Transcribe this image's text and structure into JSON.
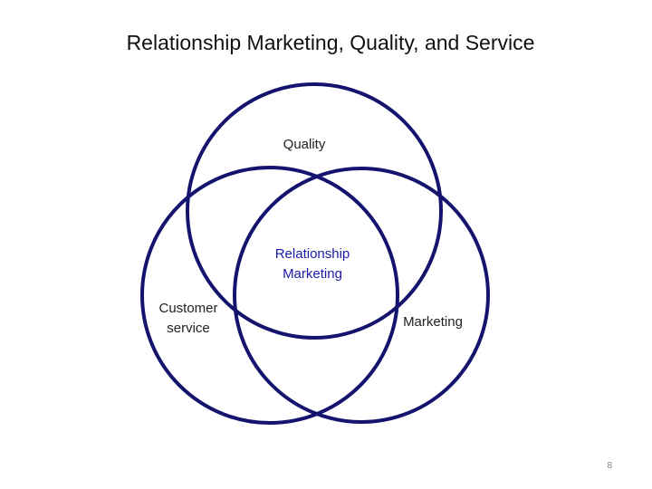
{
  "title": "Relationship Marketing, Quality, and Service",
  "circles": {
    "top": "Quality",
    "left_lines": [
      "Customer",
      "service"
    ],
    "right": "Marketing",
    "center_lines": [
      "Relationship",
      "Marketing"
    ]
  },
  "page_number": "8",
  "colors": {
    "circle_stroke": "#14146e",
    "center_text": "#1a1aa8",
    "text": "#222222"
  }
}
